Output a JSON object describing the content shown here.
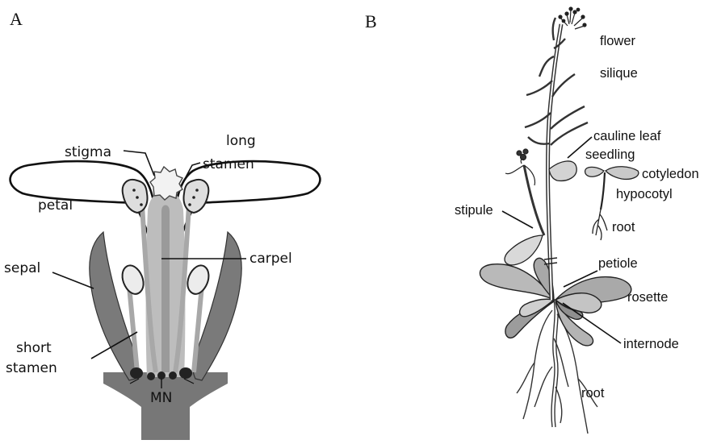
{
  "panels": {
    "a": {
      "letter": "A"
    },
    "b": {
      "letter": "B"
    }
  },
  "flower_labels": {
    "stigma": "stigma",
    "long_stamen_1": "long",
    "long_stamen_2": "stamen",
    "petal": "petal",
    "carpel": "carpel",
    "sepal": "sepal",
    "short_stamen_1": "short",
    "short_stamen_2": "stamen",
    "mn": "MN"
  },
  "plant_labels": {
    "flower": "flower",
    "silique": "silique",
    "cauline_leaf": "cauline leaf",
    "seedling": "seedling",
    "cotyledon": "cotyledon",
    "hypocotyl": "hypocotyl",
    "root_seedling": "root",
    "stipule": "stipule",
    "petiole": "petiole",
    "rosette": "rosette",
    "internode": "internode",
    "root_main": "root"
  }
}
